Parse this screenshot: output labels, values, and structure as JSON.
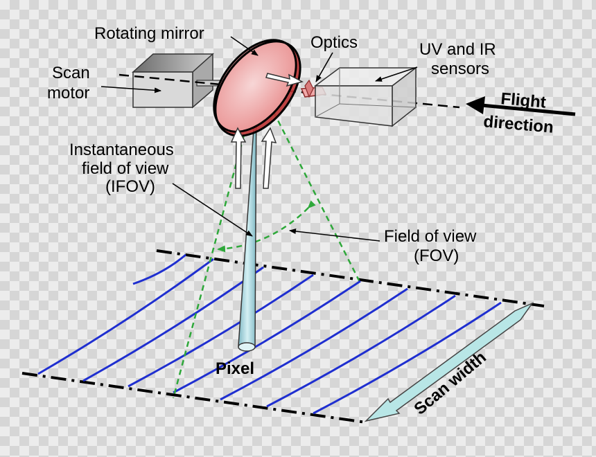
{
  "labels": {
    "rotating_mirror": "Rotating mirror",
    "optics": "Optics",
    "uv_ir_line1": "UV and IR",
    "uv_ir_line2": "sensors",
    "scan_motor_line1": "Scan",
    "scan_motor_line2": "motor",
    "ifov_line1": "Instantaneous",
    "ifov_line2": "field of view",
    "ifov_line3": "(IFOV)",
    "fov_line1": "Field of view",
    "fov_line2": "(FOV)",
    "flight_line1": "Flight",
    "flight_line2": "direction",
    "pixel": "Pixel",
    "scan_width": "Scan width"
  },
  "colors": {
    "scan_lines": "#1f2fd0",
    "fov_dash": "#2ea83a",
    "mirror_fill": "#f2b3b3",
    "ifov_beam": "#a8d8e0",
    "box_fill": "#d8d8d8",
    "arrow_double": "#b8e6e6"
  }
}
